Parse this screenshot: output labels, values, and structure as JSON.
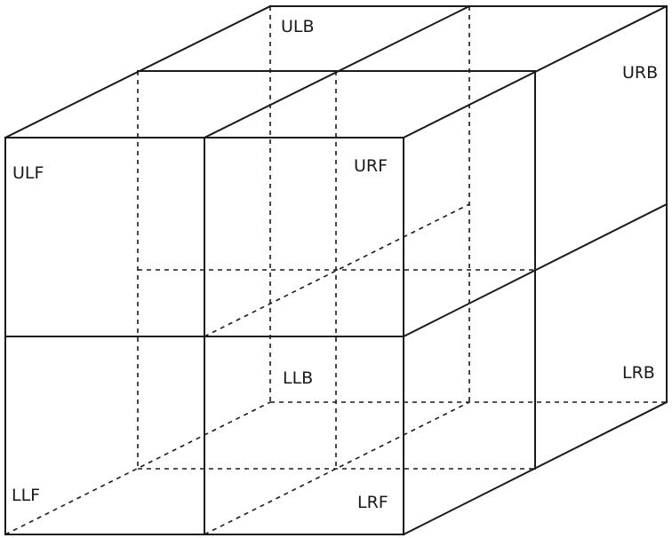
{
  "labels": {
    "ulb": "ULB",
    "urb": "URB",
    "ulf": "ULF",
    "urf": "URF",
    "llb": "LLB",
    "lrb": "LRB",
    "llf": "LLF",
    "lrf": "LRF"
  }
}
